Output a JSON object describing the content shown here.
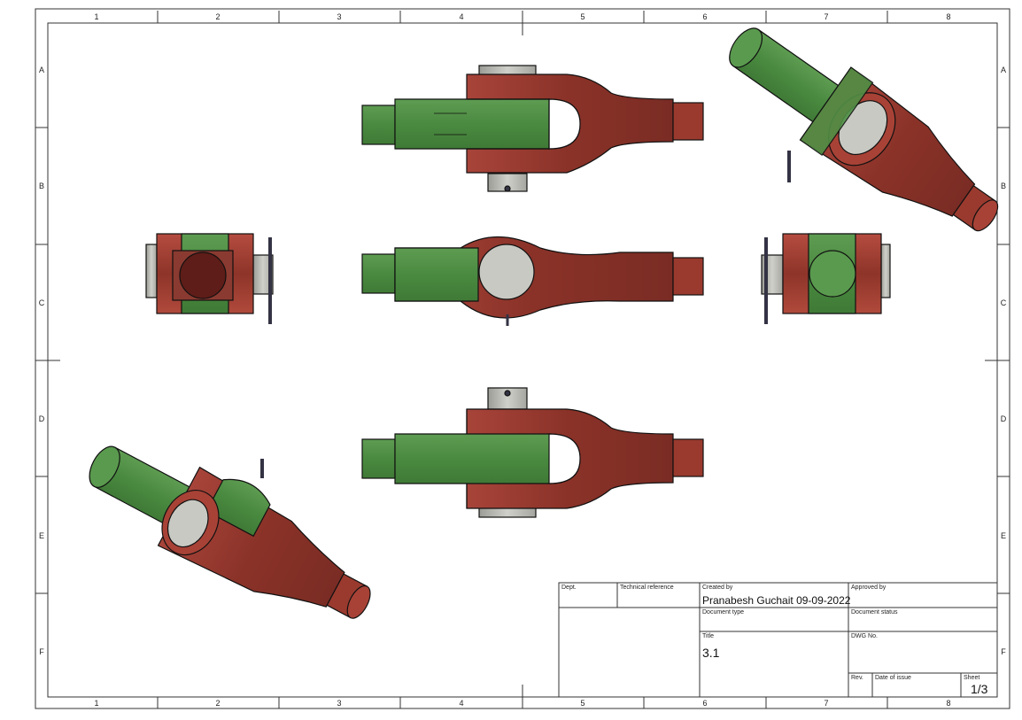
{
  "grid": {
    "columns": [
      "1",
      "2",
      "3",
      "4",
      "5",
      "6",
      "7",
      "8"
    ],
    "rows": [
      "A",
      "B",
      "C",
      "D",
      "E",
      "F"
    ]
  },
  "title_block": {
    "dept_label": "Dept.",
    "tech_ref_label": "Technical reference",
    "created_by_label": "Created by",
    "created_by_value": "Pranabesh Guchait  09-09-2022",
    "approved_by_label": "Approved by",
    "doc_type_label": "Document type",
    "doc_status_label": "Document status",
    "title_label": "Title",
    "title_value": "3.1",
    "dwg_no_label": "DWG No.",
    "rev_label": "Rev.",
    "date_issue_label": "Date of issue",
    "sheet_label": "Sheet",
    "sheet_value": "1/3"
  },
  "colors": {
    "green": "#4f8f45",
    "green_light": "#6aa85c",
    "red": "#8c3328",
    "red_light": "#b04a3c",
    "gray_pin": "#b9b9b2",
    "outline": "#111111",
    "border": "#333333"
  }
}
